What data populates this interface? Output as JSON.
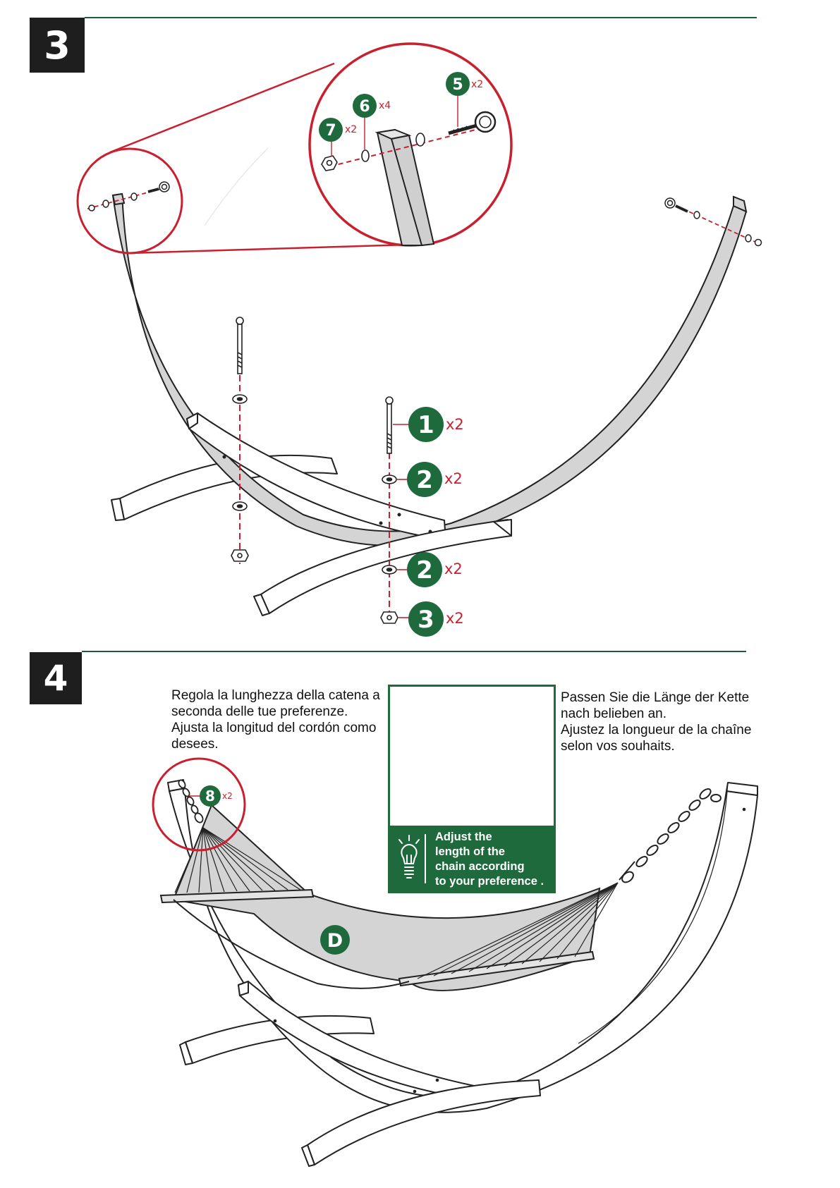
{
  "step3": {
    "badge": "3",
    "parts": [
      {
        "number": "5",
        "qty": "x2"
      },
      {
        "number": "6",
        "qty": "x4"
      },
      {
        "number": "7",
        "qty": "x2"
      },
      {
        "number": "1",
        "qty": "x2"
      },
      {
        "number": "2",
        "qty": "x2"
      },
      {
        "number": "2",
        "qty": "x2"
      },
      {
        "number": "3",
        "qty": "x2"
      }
    ]
  },
  "step4": {
    "badge": "4",
    "text_left": [
      "Regola la lunghezza della catena a",
      "seconda delle tue preferenze.",
      "Ajusta la longitud del cordón como",
      "desees."
    ],
    "text_right": [
      "Passen Sie die Länge der Kette",
      "nach belieben an.",
      "Ajustez la longueur de la chaîne",
      "selon vos souhaits."
    ],
    "tip_lines": [
      "Adjust the",
      "length of the",
      "chain according",
      "to your preference ."
    ],
    "chain_part": {
      "number": "8",
      "qty": "x2"
    },
    "hammock_label": "D"
  },
  "colors": {
    "part_green": "#1e6a3d",
    "callout_red": "#c8202f",
    "rule_green": "#1f5a3a",
    "badge_black": "#1e1e1e",
    "frame_fill": "#d4d4d4"
  },
  "icons": {
    "tip": "lightbulb-icon"
  }
}
